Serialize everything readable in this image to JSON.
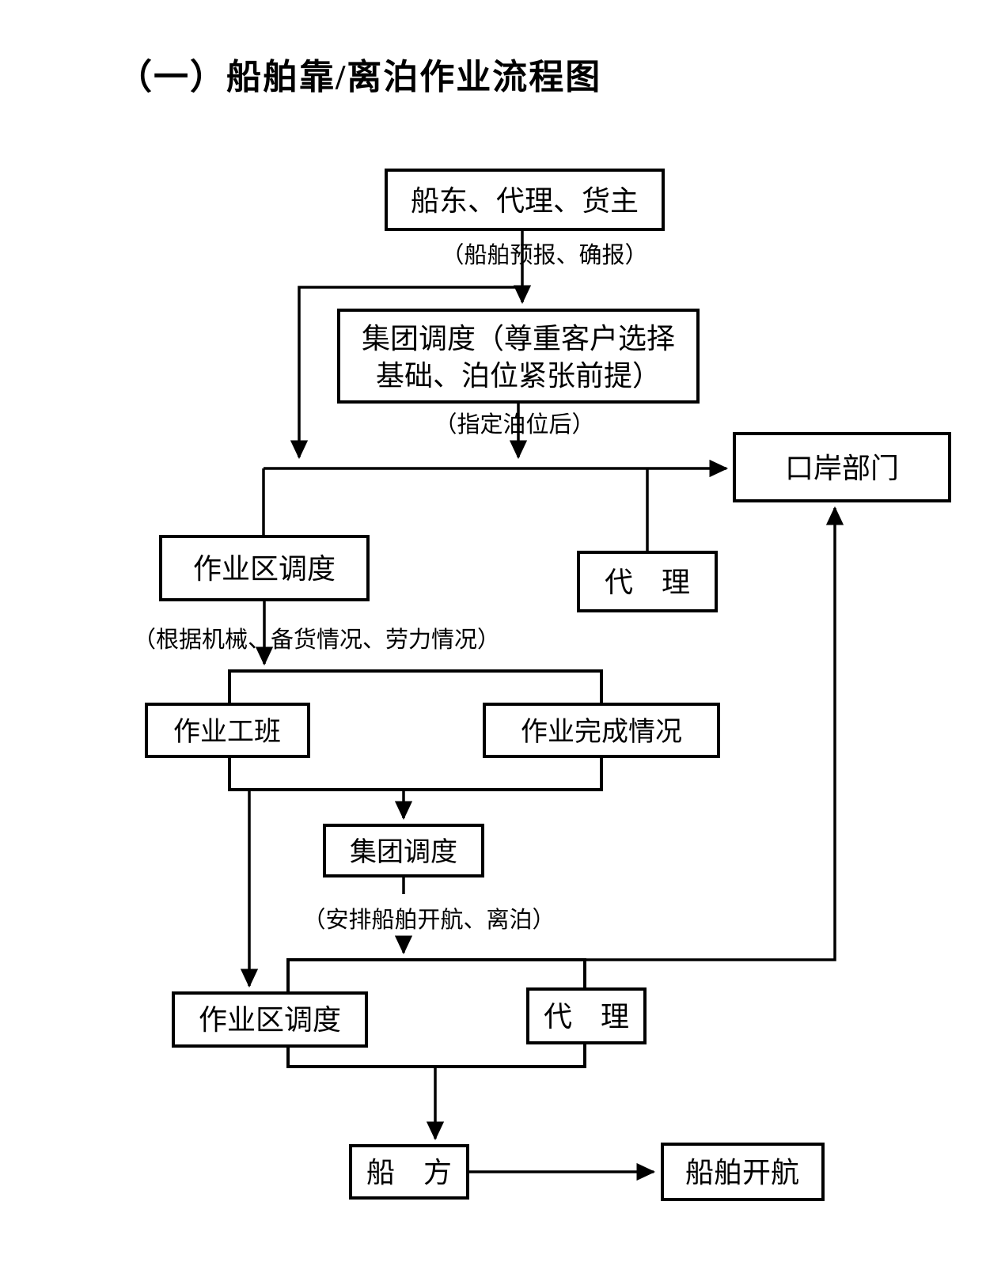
{
  "title": "（一）船舶靠/离泊作业流程图",
  "colors": {
    "line": "#000000",
    "box_border": "#000000",
    "background": "#ffffff",
    "text": "#000000"
  },
  "boxes": {
    "shipowner_agent_cargo": "船东、代理、货主",
    "group_dispatch_pre_line1": "集团调度（尊重客户选择",
    "group_dispatch_pre_line2": "基础、泊位紧张前提）",
    "port_department": "口岸部门",
    "area_dispatch_1": "作业区调度",
    "agent_1": "代　理",
    "work_shift": "作业工班",
    "work_completion": "作业完成情况",
    "group_dispatch_2": "集团调度",
    "area_dispatch_2": "作业区调度",
    "agent_2": "代　理",
    "ship_side": "船　方",
    "ship_departure": "船舶开航"
  },
  "annotations": {
    "ship_forecast": "（船舶预报、确报）",
    "berth_assigned": "（指定泊位后）",
    "based_on_conditions": "（根据机械、备货情况、劳力情况）",
    "arrange_departure": "（安排船舶开航、离泊）"
  },
  "edges": [
    {
      "from": "shipowner_agent_cargo",
      "to": "group_dispatch_pre",
      "via_label": "ship_forecast"
    },
    {
      "from": "shipowner_agent_cargo",
      "to": "junction_line"
    },
    {
      "from": "group_dispatch_pre",
      "to": "junction_line",
      "via_label": "berth_assigned"
    },
    {
      "from": "junction_line",
      "to": "port_department"
    },
    {
      "from": "junction_line",
      "to": "area_dispatch_1"
    },
    {
      "from": "junction_line",
      "to": "agent_1"
    },
    {
      "from": "area_dispatch_1",
      "to": "work_container",
      "via_label": "based_on_conditions"
    },
    {
      "from": "work_container",
      "to": "group_dispatch_2"
    },
    {
      "from": "work_container",
      "to": "area_dispatch_2"
    },
    {
      "from": "group_dispatch_2",
      "to": "departure_container",
      "via_label": "arrange_departure"
    },
    {
      "from": "departure_container",
      "to": "port_department"
    },
    {
      "from": "departure_container",
      "to": "ship_side"
    },
    {
      "from": "ship_side",
      "to": "ship_departure"
    }
  ]
}
